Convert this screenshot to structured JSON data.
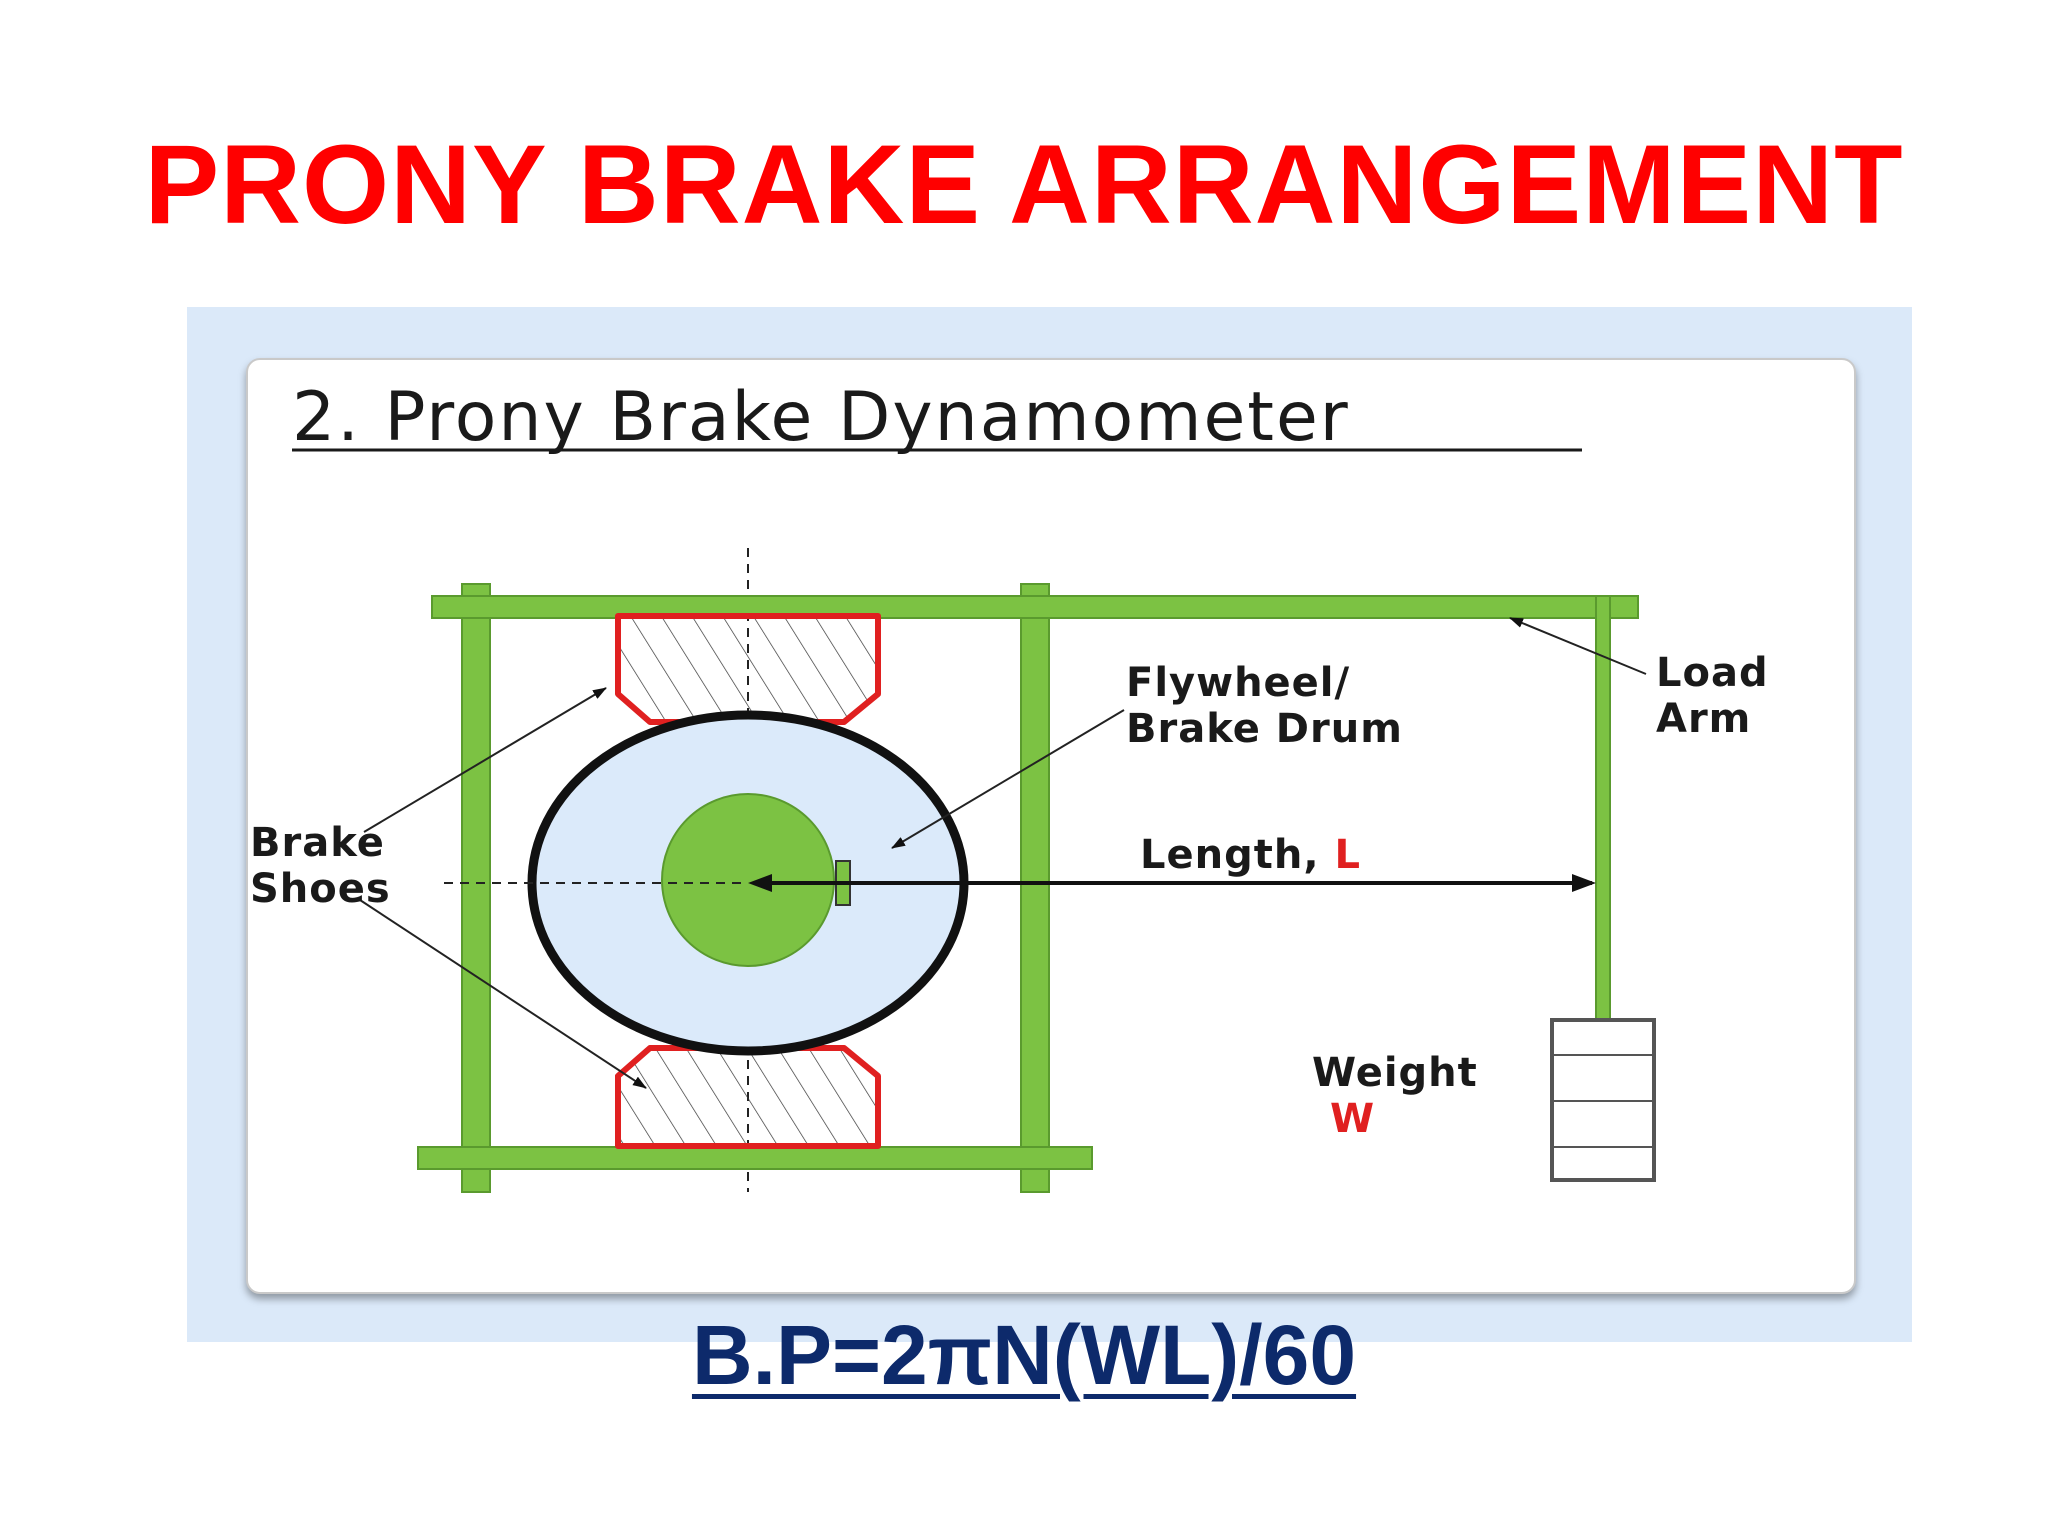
{
  "slide": {
    "title": "PRONY BRAKE ARRANGEMENT",
    "formula": "B.P=2πN(WL)/60"
  },
  "diagram": {
    "title": "2. Prony Brake Dynamometer",
    "labels": {
      "flywheel_line1": "Flywheel/",
      "flywheel_line2": "Brake Drum",
      "load_arm_line1": "Load",
      "load_arm_line2": "Arm",
      "brake_shoes_line1": "Brake",
      "brake_shoes_line2": "Shoes",
      "length": "Length, ",
      "length_symbol": "L",
      "weight": "Weight",
      "weight_symbol": "W"
    },
    "colors": {
      "frame_green": "#7cc243",
      "shoe_red": "#e02020",
      "drum_fill": "#dbeafa",
      "title_red": "#ff0000",
      "formula_blue": "#0d2a6b",
      "figure_bg": "#dbe9f9"
    }
  }
}
